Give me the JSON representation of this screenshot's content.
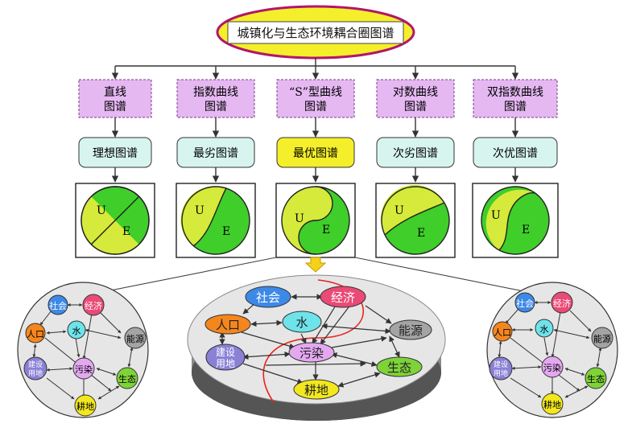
{
  "title": "城镇化与生态环境耦合圈图谱",
  "curves": [
    {
      "line1": "直线",
      "line2": "图谱"
    },
    {
      "line1": "指数曲线",
      "line2": "图谱"
    },
    {
      "line1": "“S”型曲线",
      "line2": "图谱"
    },
    {
      "line1": "对数曲线",
      "line2": "图谱"
    },
    {
      "line1": "双指数曲线",
      "line2": "图谱"
    }
  ],
  "grades": [
    "理想图谱",
    "最劣图谱",
    "最优图谱",
    "次劣图谱",
    "次优图谱"
  ],
  "circle_labels": {
    "u": "U",
    "e": "E"
  },
  "nodes": {
    "society": "社会",
    "economy": "经济",
    "population": "人口",
    "water": "水",
    "energy": "能源",
    "construction_l1": "建设",
    "construction_l2": "用地",
    "pollution": "污染",
    "ecology": "生态",
    "farmland": "耕地"
  },
  "colors": {
    "title_fill": "#f4ef2a",
    "title_stroke": "#b2166b",
    "curve_box": "#e5b8f2",
    "grade_box": "#d7f5ee",
    "grade_box_best": "#f4ef2a",
    "yellow_green": "#d5ea3a",
    "green": "#3fce2a",
    "society": "#3d89e8",
    "economy": "#ea4a76",
    "population": "#f5861e",
    "water": "#6fe3ea",
    "energy": "#a4a4a4",
    "construction": "#8a80d6",
    "pollution": "#e4a8f0",
    "ecology": "#7ed339",
    "farmland": "#f3e81d",
    "boundary": "#e8231b"
  }
}
